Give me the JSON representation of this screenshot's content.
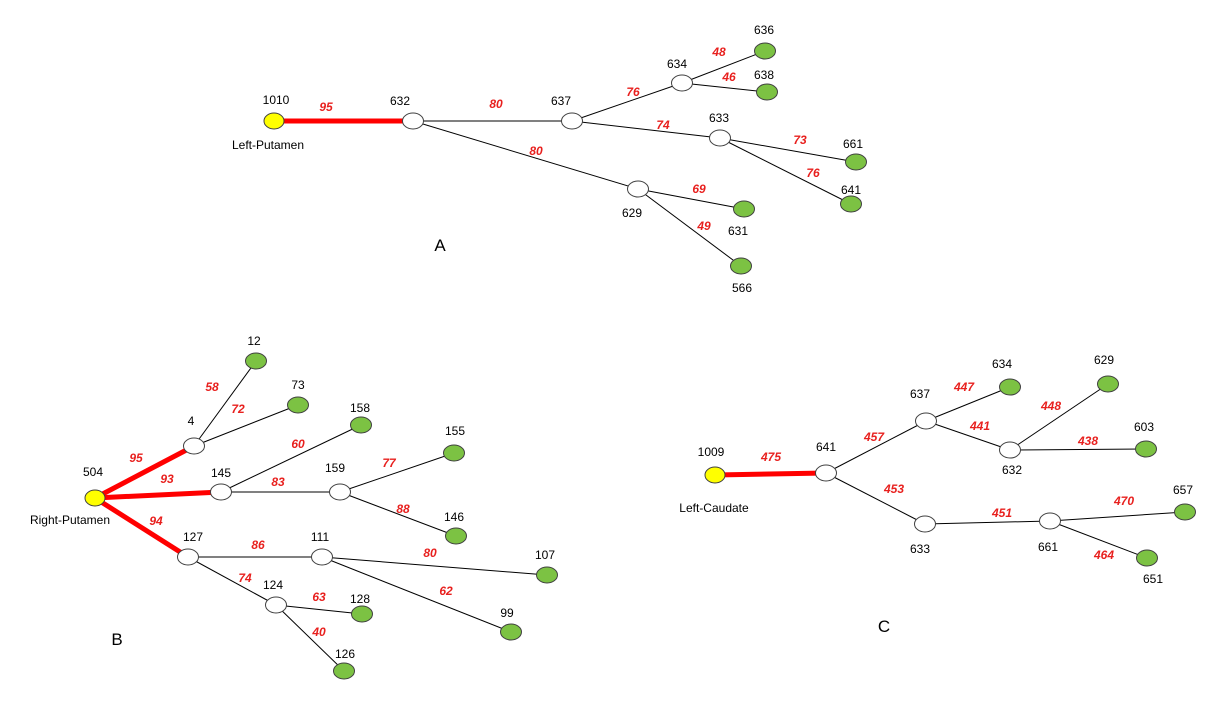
{
  "colors": {
    "root_fill": "#ffff00",
    "leaf_fill": "#7cc243",
    "inner_fill": "#ffffff",
    "node_stroke": "#404040",
    "thin_edge": "#000000",
    "strong_edge": "#ff0000",
    "weight_text": "#e8201e"
  },
  "panels": [
    {
      "id": "A",
      "title": "A",
      "root_label": "Left-Putamen",
      "nodes": [
        {
          "id": "1010",
          "kind": "root"
        },
        {
          "id": "632",
          "kind": "inner"
        },
        {
          "id": "637",
          "kind": "inner"
        },
        {
          "id": "634",
          "kind": "inner"
        },
        {
          "id": "633",
          "kind": "inner"
        },
        {
          "id": "629",
          "kind": "inner"
        },
        {
          "id": "636",
          "kind": "leaf"
        },
        {
          "id": "638",
          "kind": "leaf"
        },
        {
          "id": "661",
          "kind": "leaf"
        },
        {
          "id": "641",
          "kind": "leaf"
        },
        {
          "id": "631",
          "kind": "leaf"
        },
        {
          "id": "566",
          "kind": "leaf"
        }
      ],
      "edges": [
        {
          "from": "1010",
          "to": "632",
          "weight": "95",
          "strong": true
        },
        {
          "from": "632",
          "to": "637",
          "weight": "80",
          "strong": false
        },
        {
          "from": "632",
          "to": "629",
          "weight": "80",
          "strong": false
        },
        {
          "from": "637",
          "to": "634",
          "weight": "76",
          "strong": false
        },
        {
          "from": "637",
          "to": "633",
          "weight": "74",
          "strong": false
        },
        {
          "from": "634",
          "to": "636",
          "weight": "48",
          "strong": false
        },
        {
          "from": "634",
          "to": "638",
          "weight": "46",
          "strong": false
        },
        {
          "from": "633",
          "to": "661",
          "weight": "73",
          "strong": false
        },
        {
          "from": "633",
          "to": "641",
          "weight": "76",
          "strong": false
        },
        {
          "from": "629",
          "to": "631",
          "weight": "69",
          "strong": false
        },
        {
          "from": "629",
          "to": "566",
          "weight": "49",
          "strong": false
        }
      ]
    },
    {
      "id": "B",
      "title": "B",
      "root_label": "Right-Putamen",
      "nodes": [
        {
          "id": "504",
          "kind": "root"
        },
        {
          "id": "4",
          "kind": "inner"
        },
        {
          "id": "145",
          "kind": "inner"
        },
        {
          "id": "127",
          "kind": "inner"
        },
        {
          "id": "159",
          "kind": "inner"
        },
        {
          "id": "111",
          "kind": "inner"
        },
        {
          "id": "124",
          "kind": "inner"
        },
        {
          "id": "12",
          "kind": "leaf"
        },
        {
          "id": "73",
          "kind": "leaf"
        },
        {
          "id": "158",
          "kind": "leaf"
        },
        {
          "id": "155",
          "kind": "leaf"
        },
        {
          "id": "146",
          "kind": "leaf"
        },
        {
          "id": "107",
          "kind": "leaf"
        },
        {
          "id": "99",
          "kind": "leaf"
        },
        {
          "id": "128",
          "kind": "leaf"
        },
        {
          "id": "126",
          "kind": "leaf"
        }
      ],
      "edges": [
        {
          "from": "504",
          "to": "4",
          "weight": "95",
          "strong": true
        },
        {
          "from": "504",
          "to": "145",
          "weight": "93",
          "strong": true
        },
        {
          "from": "504",
          "to": "127",
          "weight": "94",
          "strong": true
        },
        {
          "from": "4",
          "to": "12",
          "weight": "58",
          "strong": false
        },
        {
          "from": "4",
          "to": "73",
          "weight": "72",
          "strong": false
        },
        {
          "from": "145",
          "to": "158",
          "weight": "60",
          "strong": false
        },
        {
          "from": "145",
          "to": "159",
          "weight": "83",
          "strong": false
        },
        {
          "from": "159",
          "to": "155",
          "weight": "77",
          "strong": false
        },
        {
          "from": "159",
          "to": "146",
          "weight": "88",
          "strong": false
        },
        {
          "from": "127",
          "to": "111",
          "weight": "86",
          "strong": false
        },
        {
          "from": "127",
          "to": "124",
          "weight": "74",
          "strong": false
        },
        {
          "from": "111",
          "to": "107",
          "weight": "80",
          "strong": false
        },
        {
          "from": "111",
          "to": "99",
          "weight": "62",
          "strong": false
        },
        {
          "from": "124",
          "to": "128",
          "weight": "63",
          "strong": false
        },
        {
          "from": "124",
          "to": "126",
          "weight": "40",
          "strong": false
        }
      ]
    },
    {
      "id": "C",
      "title": "C",
      "root_label": "Left-Caudate",
      "nodes": [
        {
          "id": "1009",
          "kind": "root"
        },
        {
          "id": "641",
          "kind": "inner"
        },
        {
          "id": "637",
          "kind": "inner"
        },
        {
          "id": "632",
          "kind": "inner"
        },
        {
          "id": "633",
          "kind": "inner"
        },
        {
          "id": "661",
          "kind": "inner"
        },
        {
          "id": "634",
          "kind": "leaf"
        },
        {
          "id": "629",
          "kind": "leaf"
        },
        {
          "id": "603",
          "kind": "leaf"
        },
        {
          "id": "657",
          "kind": "leaf"
        },
        {
          "id": "651",
          "kind": "leaf"
        }
      ],
      "edges": [
        {
          "from": "1009",
          "to": "641",
          "weight": "475",
          "strong": true
        },
        {
          "from": "641",
          "to": "637",
          "weight": "457",
          "strong": false
        },
        {
          "from": "641",
          "to": "633",
          "weight": "453",
          "strong": false
        },
        {
          "from": "637",
          "to": "634",
          "weight": "447",
          "strong": false
        },
        {
          "from": "637",
          "to": "632",
          "weight": "441",
          "strong": false
        },
        {
          "from": "632",
          "to": "629",
          "weight": "448",
          "strong": false
        },
        {
          "from": "632",
          "to": "603",
          "weight": "438",
          "strong": false
        },
        {
          "from": "633",
          "to": "661",
          "weight": "451",
          "strong": false
        },
        {
          "from": "661",
          "to": "657",
          "weight": "470",
          "strong": false
        },
        {
          "from": "661",
          "to": "651",
          "weight": "464",
          "strong": false
        }
      ]
    }
  ]
}
